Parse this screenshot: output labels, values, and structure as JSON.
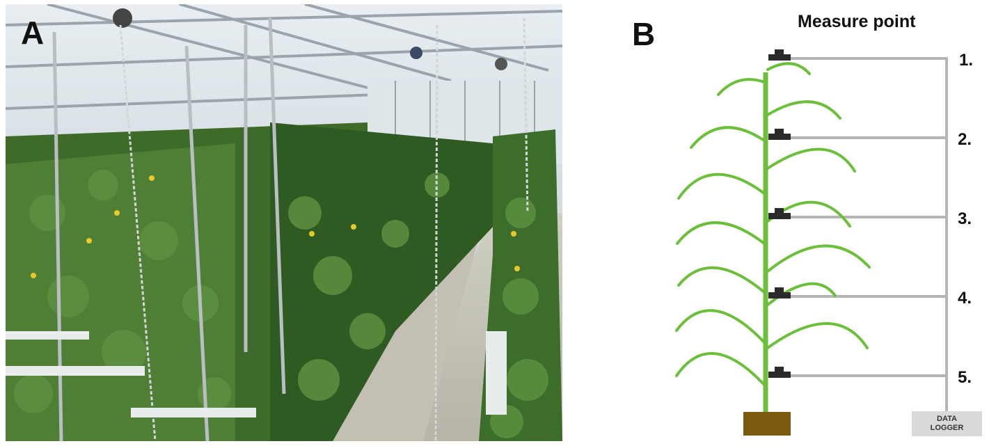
{
  "panels": {
    "a_label": "A",
    "b_label": "B"
  },
  "diagram": {
    "title": "Measure point",
    "points": [
      "1.",
      "2.",
      "3.",
      "4.",
      "5."
    ],
    "logger": {
      "line1": "DATA",
      "line2": "LOGGER"
    }
  },
  "colors": {
    "stem": "#6cbf3a",
    "leaf": "#6cbf3a",
    "wire": "#b5b5b5",
    "sensor": "#2b2b2b",
    "pot": "#7a5a10",
    "logger_box": "#d9d9d9"
  }
}
